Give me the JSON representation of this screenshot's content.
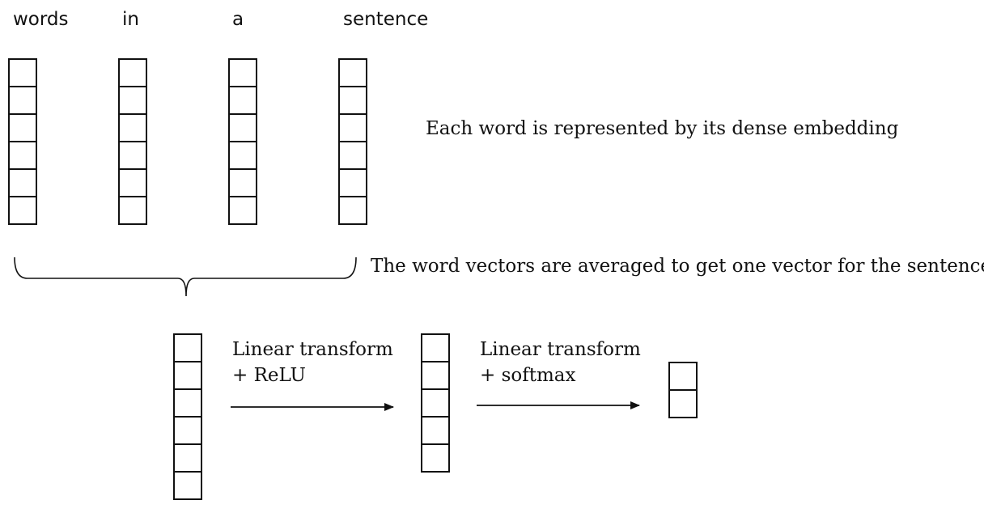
{
  "words": [
    "words",
    "in",
    "a",
    "sentence"
  ],
  "embedding_caption": "Each word is represented by its dense embedding",
  "average_caption": "The word vectors are averaged to get one vector for the sentence",
  "layers": [
    {
      "line1": "Linear transform",
      "line2": "+ ReLU"
    },
    {
      "line1": "Linear transform",
      "line2": "+ softmax"
    }
  ],
  "vector_sizes": {
    "word_embedding": 6,
    "sentence_vector": 6,
    "hidden_vector": 5,
    "output_vector": 2
  }
}
